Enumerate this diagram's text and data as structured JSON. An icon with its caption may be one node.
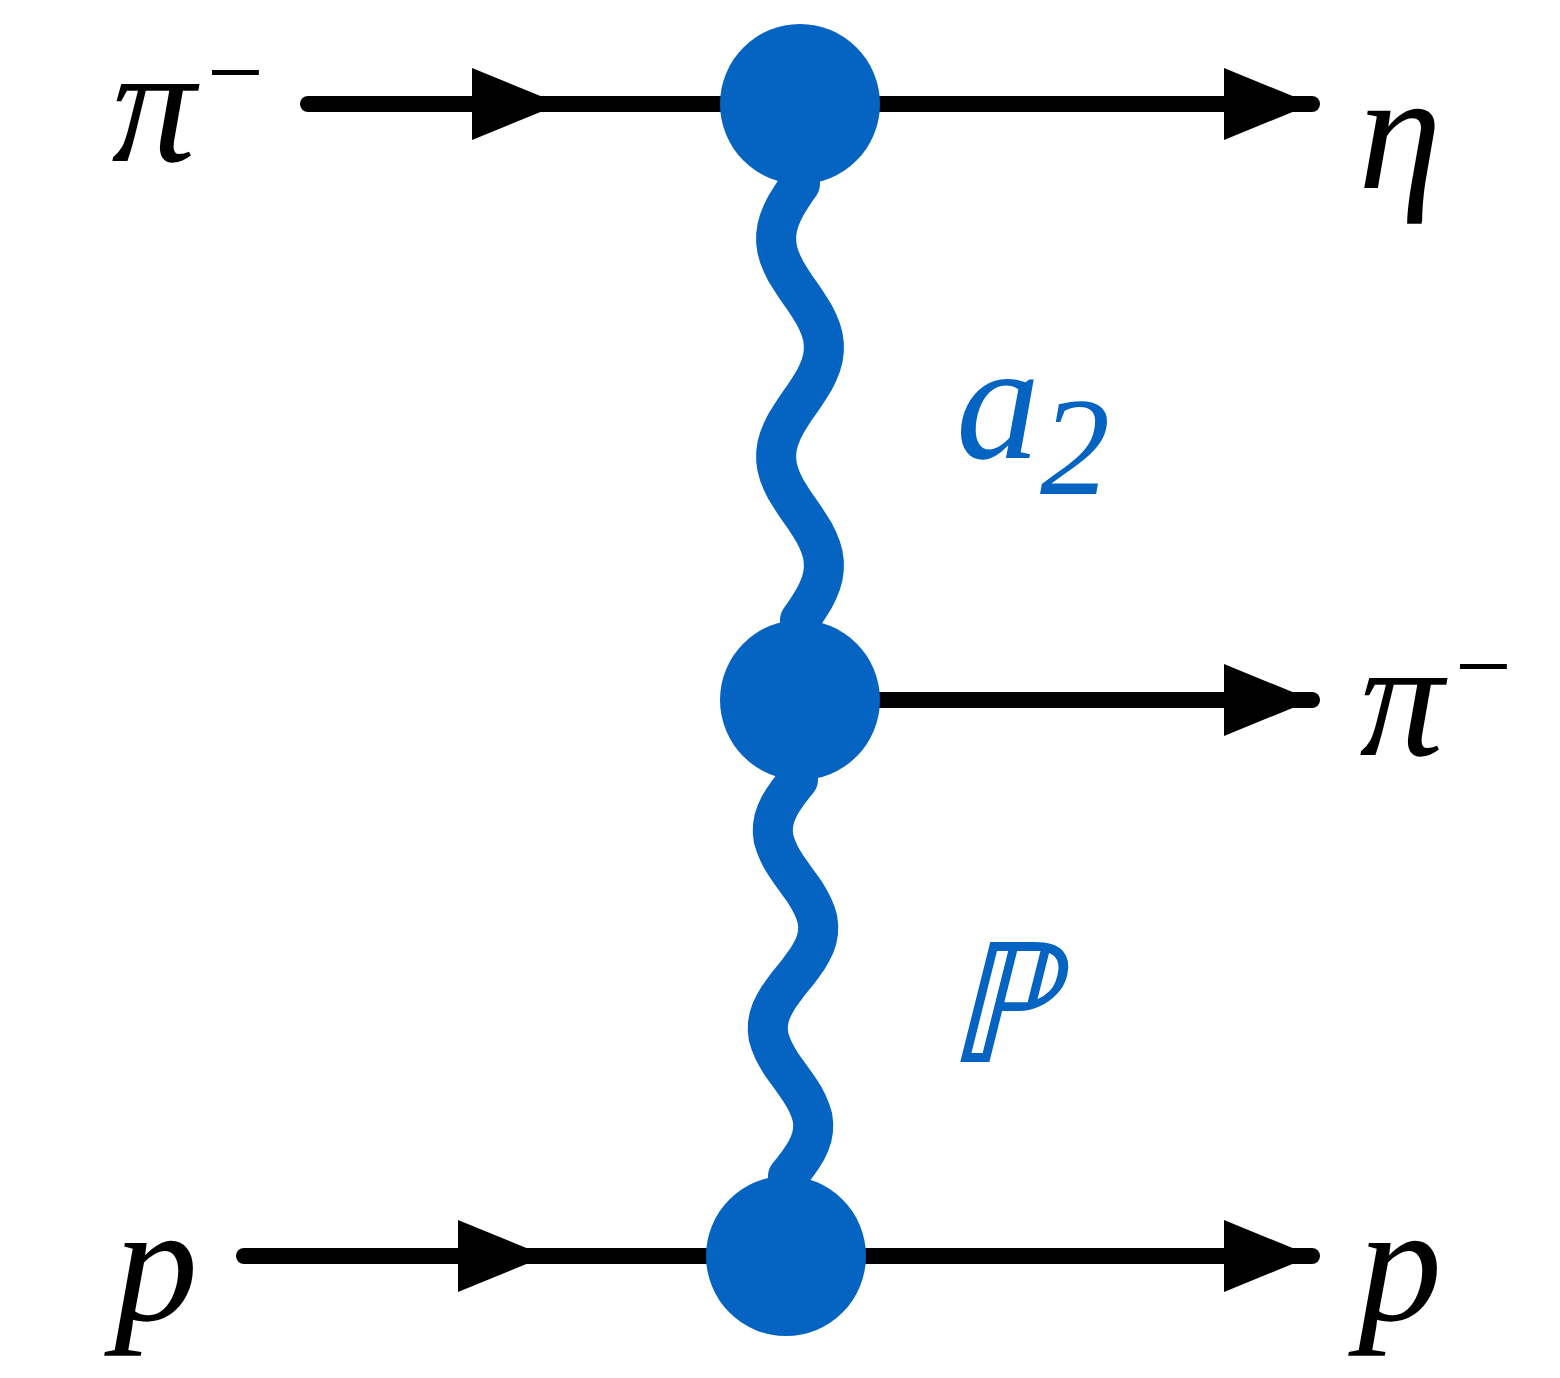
{
  "diagram": {
    "nodes": [
      {
        "text": [
          "π$^{−}$"
        ]
      },
      {
        "text": [],
        "shape": "circle"
      },
      {
        "text": [
          "η"
        ]
      },
      {
        "text": [],
        "shape": "circle"
      },
      {
        "text": [
          "π$^{−}$"
        ]
      },
      {
        "text": [
          "p"
        ]
      },
      {
        "text": [],
        "shape": "circle"
      },
      {
        "text": [
          "p"
        ]
      }
    ],
    "edges": [
      {
        "from": 0,
        "to": 1,
        "arrow": "to"
      },
      {
        "from": 1,
        "to": 2,
        "arrow": "to"
      },
      {
        "from": 1,
        "to": 3,
        "arrow": "none",
        "label": "a$_{2}$",
        "style": "thick",
        "color": "#0563c1"
      },
      {
        "from": 3,
        "to": 4,
        "arrow": "to"
      },
      {
        "from": 3,
        "to": 6,
        "arrow": "none",
        "label": "ℙ",
        "style": "thick",
        "color": "#0563c1"
      },
      {
        "from": 5,
        "to": 6,
        "arrow": "to"
      },
      {
        "from": 6,
        "to": 7,
        "arrow": "to"
      }
    ]
  }
}
